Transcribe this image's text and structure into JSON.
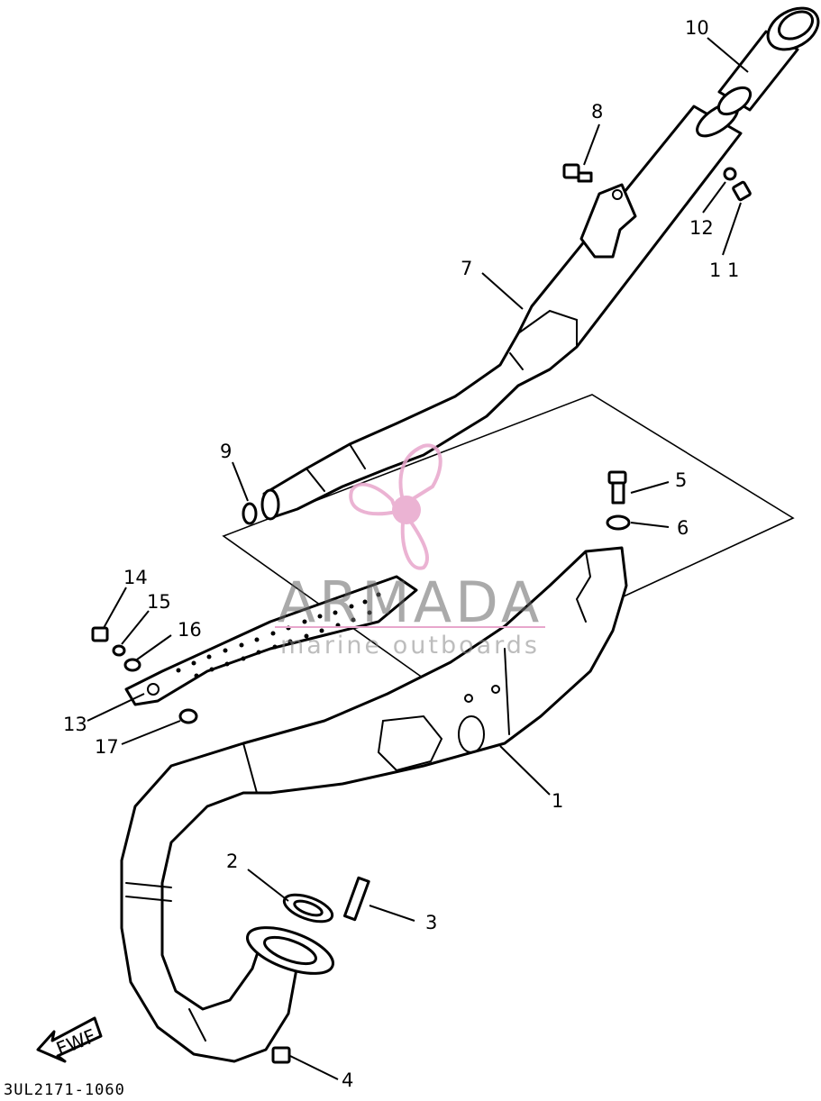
{
  "callouts": [
    {
      "id": "1",
      "text": "1"
    },
    {
      "id": "2",
      "text": "2"
    },
    {
      "id": "3",
      "text": "3"
    },
    {
      "id": "4",
      "text": "4"
    },
    {
      "id": "5",
      "text": "5"
    },
    {
      "id": "6",
      "text": "6"
    },
    {
      "id": "7",
      "text": "7"
    },
    {
      "id": "8",
      "text": "8"
    },
    {
      "id": "9",
      "text": "9"
    },
    {
      "id": "10",
      "text": "10"
    },
    {
      "id": "11",
      "text": "1 1"
    },
    {
      "id": "12",
      "text": "12"
    },
    {
      "id": "13",
      "text": "13"
    },
    {
      "id": "14",
      "text": "14"
    },
    {
      "id": "15",
      "text": "15"
    },
    {
      "id": "16",
      "text": "16"
    },
    {
      "id": "17",
      "text": "17"
    }
  ],
  "watermark": {
    "brand": "ARMADA",
    "tagline": "marine outboards",
    "color": "#e8a6cc"
  },
  "direction_marker": "FWF",
  "drawing_number": "3UL2171-1060"
}
